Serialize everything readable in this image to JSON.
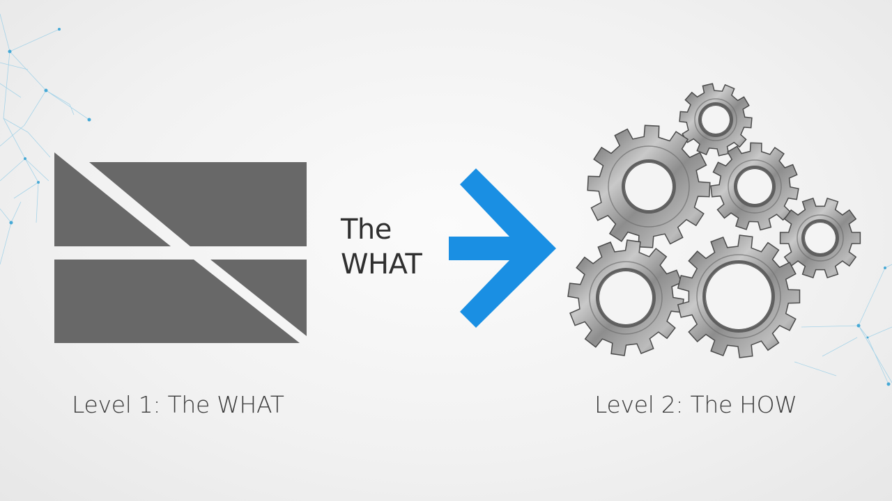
{
  "diagram": {
    "left_panel": {
      "icon": "what-structure-icon",
      "caption": "Level 1: The WHAT",
      "fill_color": "#686868"
    },
    "connector": {
      "text_line1": "The",
      "text_line2": "WHAT",
      "icon": "arrow-right-icon",
      "arrow_color": "#1a8fe3"
    },
    "right_panel": {
      "icon": "gears-icon",
      "caption": "Level 2: The HOW",
      "gear_count": 6
    },
    "background": {
      "decoration": "network-lines",
      "line_color": "#7fc6e6"
    }
  }
}
